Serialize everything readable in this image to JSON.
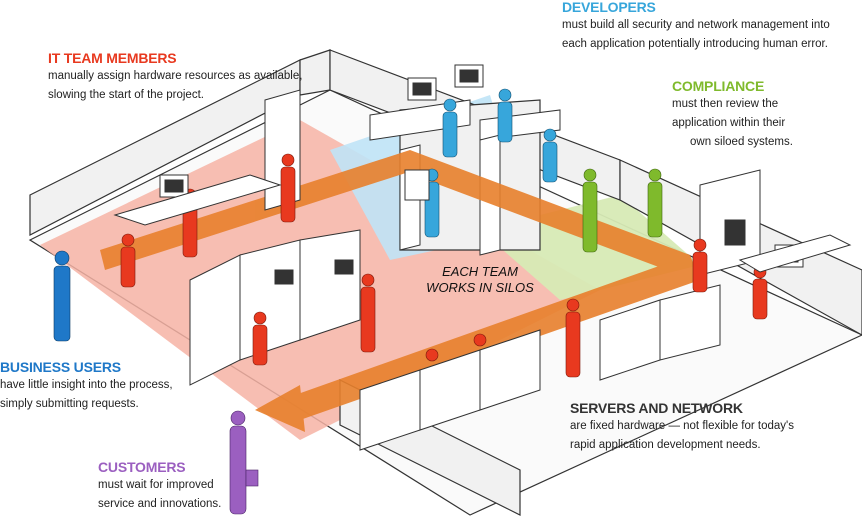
{
  "groups": [
    {
      "key": "it",
      "heading": "IT TEAM MEMBERS",
      "color": "#e8391f",
      "lines": [
        "manually assign hardware resources as available,",
        "slowing the start of the project."
      ]
    },
    {
      "key": "dev",
      "heading": "DEVELOPERS",
      "color": "#37a6db",
      "lines": [
        "must build all security and network management into",
        "each application potentially introducing human error."
      ]
    },
    {
      "key": "compliance",
      "heading": "COMPLIANCE",
      "color": "#7fba2c",
      "lines": [
        "must then review the",
        "application within their",
        "own siloed systems."
      ]
    },
    {
      "key": "business",
      "heading": "BUSINESS USERS",
      "color": "#1f78c8",
      "lines": [
        "have little insight into the process,",
        "simply submitting requests."
      ]
    },
    {
      "key": "servers",
      "heading": "SERVERS AND NETWORK",
      "color": "#333333",
      "lines": [
        "are fixed hardware — not flexible for today's",
        "rapid application development needs."
      ]
    },
    {
      "key": "customers",
      "heading": "CUSTOMERS",
      "color": "#9b5fc0",
      "lines": [
        "must wait for improved",
        "service and innovations."
      ]
    }
  ],
  "center_note": [
    "EACH TEAM",
    "WORKS IN SILOS"
  ],
  "colors": {
    "it_zone": "#f6b3a4",
    "dev_zone": "#bfe3f6",
    "compliance_zone": "#d7eab5",
    "flow_arrow": "#e8802c",
    "wall": "#f1f1f1",
    "outline": "#333333"
  }
}
